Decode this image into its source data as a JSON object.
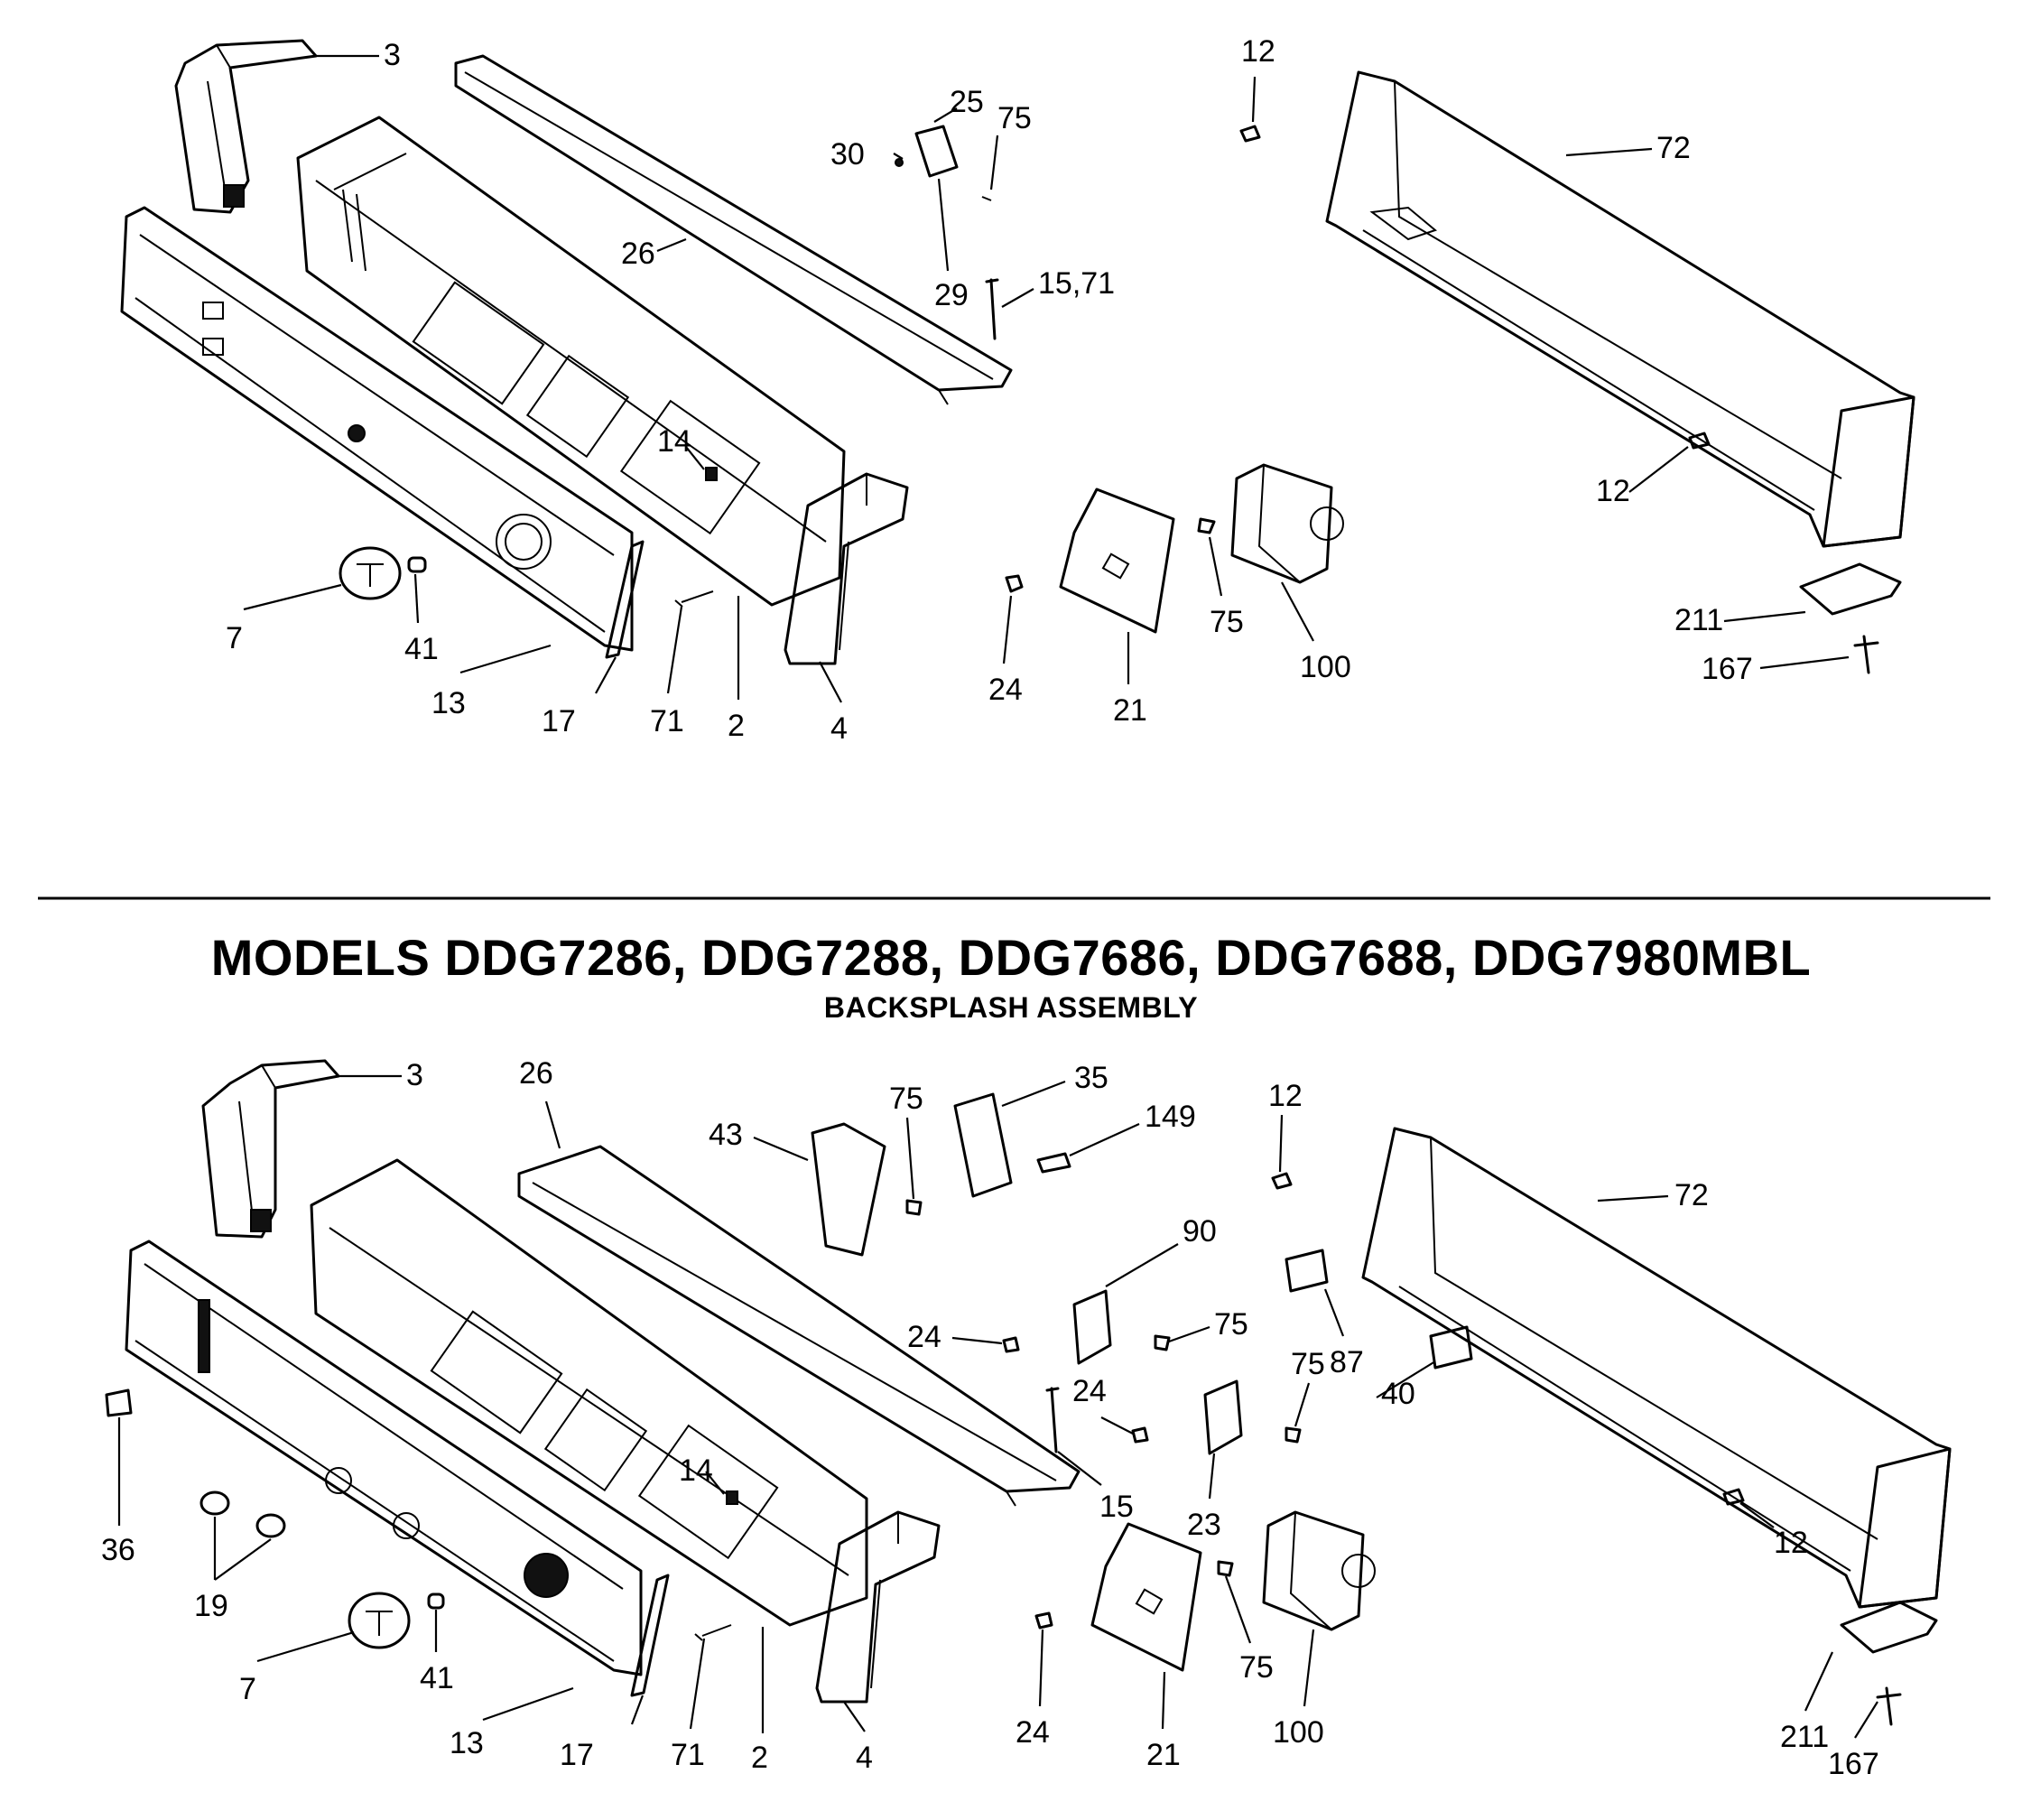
{
  "header": {
    "title": "MODELS DDG7286, DDG7288, DDG7686, DDG7688, DDG7980MBL",
    "subtitle": "BACKSPLASH ASSEMBLY"
  },
  "diagrams": {
    "upper": {
      "callouts": [
        {
          "id": "u3",
          "label": "3"
        },
        {
          "id": "u26",
          "label": "26"
        },
        {
          "id": "u25",
          "label": "25"
        },
        {
          "id": "u30",
          "label": "30"
        },
        {
          "id": "u75a",
          "label": "75"
        },
        {
          "id": "u29",
          "label": "29"
        },
        {
          "id": "u15_71",
          "label": "15,71"
        },
        {
          "id": "u12a",
          "label": "12"
        },
        {
          "id": "u72",
          "label": "72"
        },
        {
          "id": "u14",
          "label": "14"
        },
        {
          "id": "u12b",
          "label": "12"
        },
        {
          "id": "u7",
          "label": "7"
        },
        {
          "id": "u41",
          "label": "41"
        },
        {
          "id": "u13",
          "label": "13"
        },
        {
          "id": "u17",
          "label": "17"
        },
        {
          "id": "u71",
          "label": "71"
        },
        {
          "id": "u2",
          "label": "2"
        },
        {
          "id": "u4",
          "label": "4"
        },
        {
          "id": "u24",
          "label": "24"
        },
        {
          "id": "u21",
          "label": "21"
        },
        {
          "id": "u75b",
          "label": "75"
        },
        {
          "id": "u100",
          "label": "100"
        },
        {
          "id": "u211",
          "label": "211"
        },
        {
          "id": "u167",
          "label": "167"
        }
      ]
    },
    "lower": {
      "callouts": [
        {
          "id": "l3",
          "label": "3"
        },
        {
          "id": "l26",
          "label": "26"
        },
        {
          "id": "l43",
          "label": "43"
        },
        {
          "id": "l75a",
          "label": "75"
        },
        {
          "id": "l35",
          "label": "35"
        },
        {
          "id": "l149",
          "label": "149"
        },
        {
          "id": "l12a",
          "label": "12"
        },
        {
          "id": "l72",
          "label": "72"
        },
        {
          "id": "l90",
          "label": "90"
        },
        {
          "id": "l24a",
          "label": "24"
        },
        {
          "id": "l75b",
          "label": "75"
        },
        {
          "id": "l87",
          "label": "87"
        },
        {
          "id": "l24b",
          "label": "24"
        },
        {
          "id": "l75c",
          "label": "75"
        },
        {
          "id": "l40",
          "label": "40"
        },
        {
          "id": "l15",
          "label": "15"
        },
        {
          "id": "l23",
          "label": "23"
        },
        {
          "id": "l14",
          "label": "14"
        },
        {
          "id": "l12b",
          "label": "12"
        },
        {
          "id": "l36",
          "label": "36"
        },
        {
          "id": "l19",
          "label": "19"
        },
        {
          "id": "l7",
          "label": "7"
        },
        {
          "id": "l41",
          "label": "41"
        },
        {
          "id": "l13",
          "label": "13"
        },
        {
          "id": "l17",
          "label": "17"
        },
        {
          "id": "l71",
          "label": "71"
        },
        {
          "id": "l2",
          "label": "2"
        },
        {
          "id": "l4",
          "label": "4"
        },
        {
          "id": "l24c",
          "label": "24"
        },
        {
          "id": "l21",
          "label": "21"
        },
        {
          "id": "l75d",
          "label": "75"
        },
        {
          "id": "l100",
          "label": "100"
        },
        {
          "id": "l211",
          "label": "211"
        },
        {
          "id": "l167",
          "label": "167"
        }
      ]
    }
  }
}
